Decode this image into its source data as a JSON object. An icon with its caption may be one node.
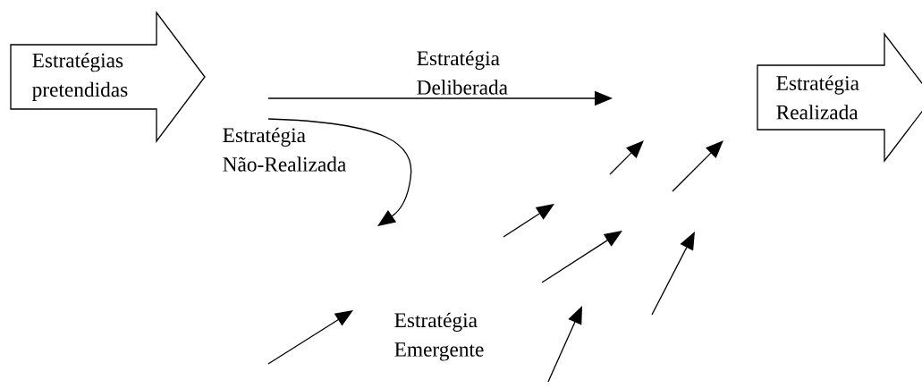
{
  "diagram": {
    "nodes": [
      {
        "text": [
          "Estratégias pretendidas"
        ]
      },
      {
        "text": [
          "Estratégia Realizada"
        ]
      }
    ],
    "labels": [
      "Estratégia Deliberada",
      "Estratégia Não-Realizada",
      "Estratégia Emergente"
    ]
  }
}
